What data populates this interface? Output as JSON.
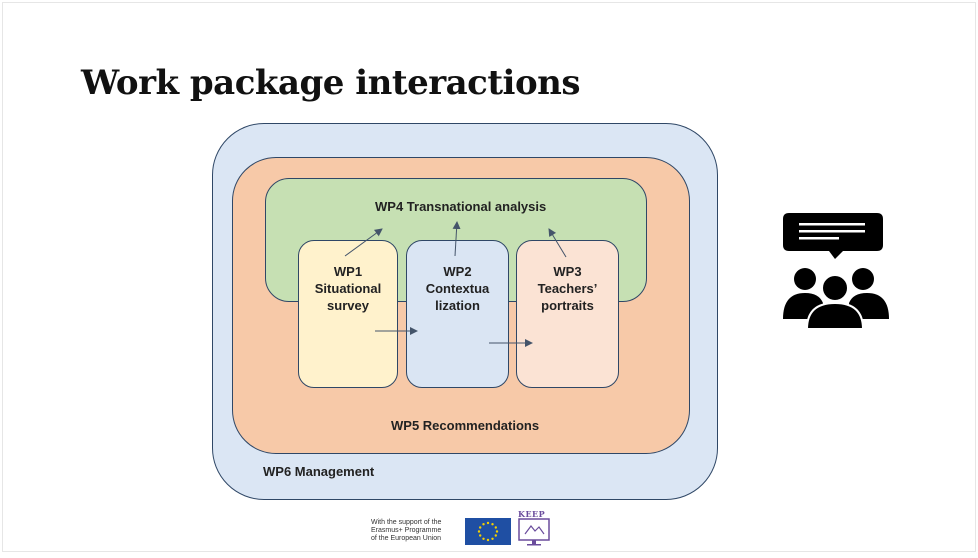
{
  "slide": {
    "title": "Work package interactions"
  },
  "diagram": {
    "wp6_label": "WP6 Management",
    "wp5_label": "WP5 Recommendations",
    "wp4_label": "WP4 Transnational analysis",
    "wp1": {
      "line1": "WP1",
      "line2": "Situational",
      "line3": "survey"
    },
    "wp2": {
      "line1": "WP2",
      "line2": "Contextua",
      "line3": "lization"
    },
    "wp3": {
      "line1": "WP3",
      "line2": "Teachers’",
      "line3": "portraits"
    }
  },
  "footer": {
    "support_line1": "With the support of the",
    "support_line2": "Erasmus+ Programme",
    "support_line3": "of the European Union",
    "keep_logo_text": "KEEP"
  },
  "icons": {
    "people": "people-discussion-icon",
    "eu_flag": "eu-flag-icon",
    "keep_logo": "keep-logo-icon"
  },
  "colors": {
    "wp6_fill": "#dbe6f4",
    "wp5_fill": "#f7c9a8",
    "wp4_fill": "#c6e0b3",
    "wp1_fill": "#fff2cc",
    "wp2_fill": "#dae5f3",
    "wp3_fill": "#fbe3d4",
    "outline": "#2f4766"
  }
}
